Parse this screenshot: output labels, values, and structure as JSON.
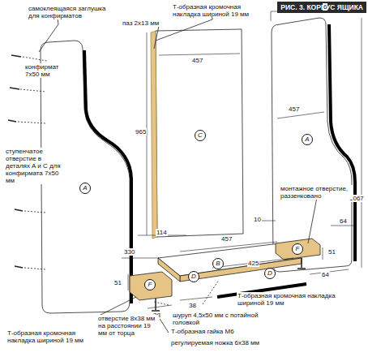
{
  "diagram": {
    "title": "РИС. 3. КОРПУС ЯЩИКА",
    "labels": [
      "самоклеящаяся заглушка для конфирматов",
      "паз 2х13 мм",
      "Т-образная кромочная накладка шириной 19 мм",
      "6",
      "457",
      "конфирмат 7х50 мм",
      "965",
      "C",
      "A",
      "457",
      "1067",
      "ступенчатое отверстие в деталях A и C для конфирмата 7х50 мм",
      "A",
      "монтажное отверстие, раззенковано",
      "10",
      "64",
      "114",
      "457",
      "425",
      "F",
      "51",
      "64",
      "330",
      "D",
      "B",
      "D",
      "51",
      "38",
      "38",
      "Т-образная кромочная накладка шириной 19 мм",
      "F",
      "шуруп 4,5х50 мм с потайной головкой",
      "отверстие 8х38 мм на расстоянии 19 мм от торца",
      "Т-образная гайка М6",
      "регулируемая ножка 6х38 мм",
      "Т-образная кромочная накладка шириной 19 мм"
    ]
  }
}
